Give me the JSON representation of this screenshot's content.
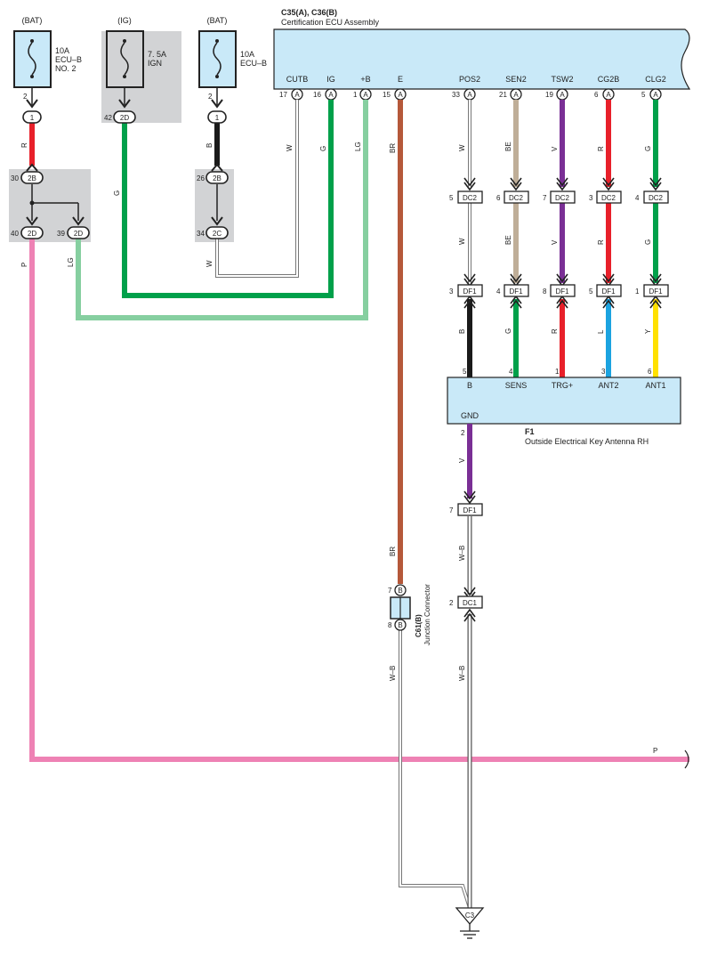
{
  "ecu": {
    "code": "C35(A), C36(B)",
    "name": "Certification ECU Assembly",
    "pins": [
      {
        "num": "17",
        "conn": "A",
        "label": "CUTB"
      },
      {
        "num": "16",
        "conn": "A",
        "label": "IG"
      },
      {
        "num": "1",
        "conn": "A",
        "label": "+B"
      },
      {
        "num": "15",
        "conn": "A",
        "label": "E"
      },
      {
        "num": "33",
        "conn": "A",
        "label": "POS2"
      },
      {
        "num": "21",
        "conn": "A",
        "label": "SEN2"
      },
      {
        "num": "19",
        "conn": "A",
        "label": "TSW2"
      },
      {
        "num": "6",
        "conn": "A",
        "label": "CG2B"
      },
      {
        "num": "5",
        "conn": "A",
        "label": "CLG2"
      }
    ]
  },
  "fuses": [
    {
      "source": "(BAT)",
      "rating": "10A",
      "name_line1": "ECU–B",
      "name_line2": "NO. 2",
      "pin": "2"
    },
    {
      "source": "(IG)",
      "rating": "7. 5A",
      "name_line1": "IGN",
      "name_line2": "",
      "pin": ""
    },
    {
      "source": "(BAT)",
      "rating": "10A",
      "name_line1": "ECU–B",
      "name_line2": "",
      "pin": "2"
    }
  ],
  "junctions": {
    "j1_top": {
      "pin": "1"
    },
    "j3_top": {
      "pin": "1"
    },
    "j1_2B": {
      "num": "30",
      "code": "2B"
    },
    "j1_2D_a": {
      "num": "40",
      "code": "2D"
    },
    "j1_2D_b": {
      "num": "39",
      "code": "2D"
    },
    "j2_2D": {
      "num": "42",
      "code": "2D"
    },
    "j3_2B": {
      "num": "26",
      "code": "2B"
    },
    "j3_2C": {
      "num": "34",
      "code": "2C"
    }
  },
  "dc2_connectors": [
    {
      "num": "5",
      "code": "DC2"
    },
    {
      "num": "6",
      "code": "DC2"
    },
    {
      "num": "7",
      "code": "DC2"
    },
    {
      "num": "3",
      "code": "DC2"
    },
    {
      "num": "4",
      "code": "DC2"
    }
  ],
  "df1_connectors": [
    {
      "num": "3",
      "code": "DF1"
    },
    {
      "num": "4",
      "code": "DF1"
    },
    {
      "num": "8",
      "code": "DF1"
    },
    {
      "num": "5",
      "code": "DF1"
    },
    {
      "num": "1",
      "code": "DF1"
    }
  ],
  "antenna": {
    "code": "F1",
    "name": "Outside Electrical Key Antenna RH",
    "pins": [
      {
        "num": "5",
        "label": "B"
      },
      {
        "num": "4",
        "label": "SENS"
      },
      {
        "num": "1",
        "label": "TRG+"
      },
      {
        "num": "3",
        "label": "ANT2"
      },
      {
        "num": "6",
        "label": "ANT1"
      }
    ],
    "gnd_label": "GND",
    "gnd_pin": "2"
  },
  "gnd_df1": {
    "num": "7",
    "code": "DF1"
  },
  "dc1": {
    "num": "2",
    "code": "DC1"
  },
  "junction_connector": {
    "code": "C61(B)",
    "name": "Junction Connector",
    "pin_top": "7",
    "pin_bottom": "8",
    "conn": "B"
  },
  "ground": {
    "code": "C3"
  },
  "wire_colors": {
    "left_red": "R",
    "left_pink": "P",
    "left_lg": "LG",
    "ig_green": "G",
    "bat_black": "B",
    "cutb_white": "W",
    "cutb_white_lower": "W",
    "ecu_g": "G",
    "ecu_lg": "LG",
    "ecu_br": "BR",
    "br_lower": "BR",
    "wb_left": "W–B",
    "pink_right": "P",
    "upper": [
      "W",
      "BE",
      "V",
      "R",
      "G"
    ],
    "middle": [
      "W",
      "BE",
      "V",
      "R",
      "G"
    ],
    "lower": [
      "B",
      "G",
      "R",
      "L",
      "Y"
    ],
    "gnd_v": "V",
    "wb_upper": "W–B",
    "wb_lower": "W–B"
  },
  "colors": {
    "red": "#e8202a",
    "pink": "#ee82b4",
    "green": "#00a04a",
    "light_green": "#86cfa0",
    "brown": "#b5583a",
    "white_wire": "#777777",
    "beige": "#bfae98",
    "violet": "#7a2f95",
    "black": "#1a1a1a",
    "blue": "#1ba3e0",
    "yellow": "#ffe100",
    "panel_blue": "#c9e9f8",
    "gray_box": "#d2d3d5"
  }
}
